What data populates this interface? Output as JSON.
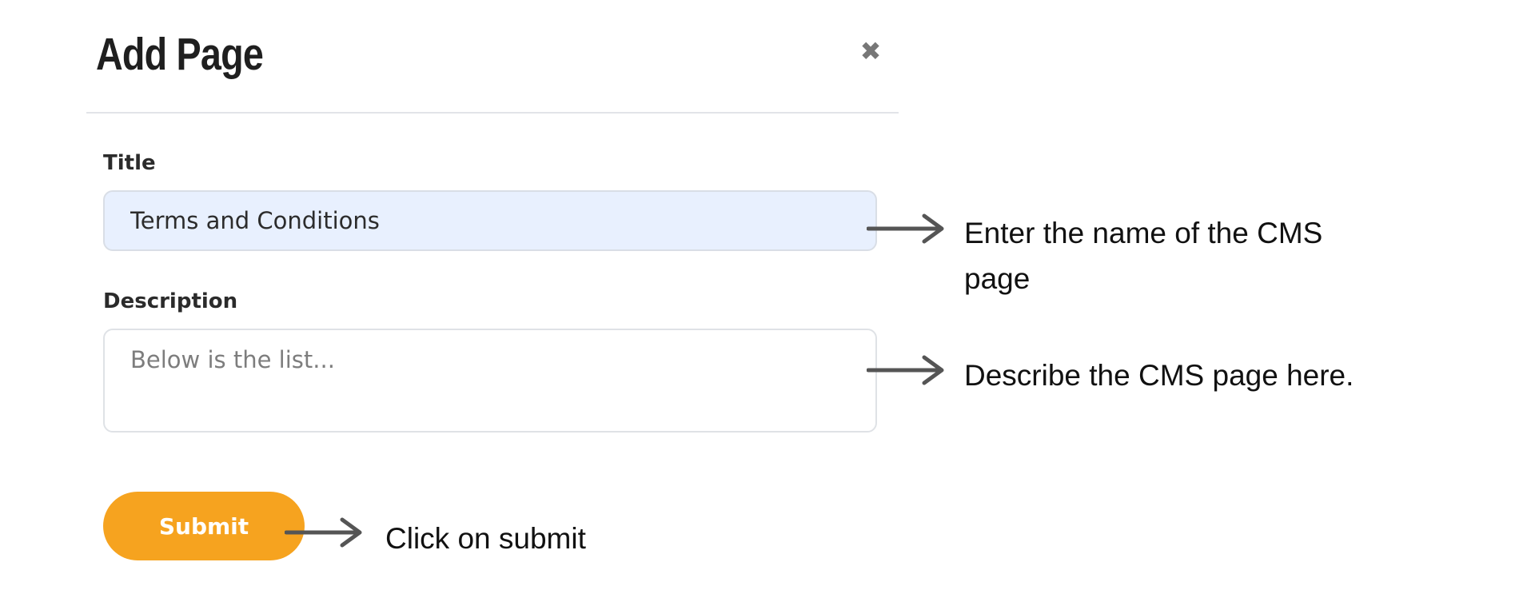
{
  "modal": {
    "title": "Add Page",
    "close_icon": "close-icon",
    "close_glyph": "✖"
  },
  "form": {
    "title_label": "Title",
    "title_value": "Terms and Conditions",
    "description_label": "Description",
    "description_placeholder": "Below is the list...",
    "submit_label": "Submit"
  },
  "annotations": {
    "title_note": "Enter the name of the CMS page",
    "description_note": "Describe the CMS page here.",
    "submit_note": "Click on submit",
    "arrow_icon": "arrow-right-icon"
  },
  "colors": {
    "accent": "#f6a31f",
    "input_autofill_bg": "#e8f0fe",
    "arrow": "#555555",
    "close_icon": "#777777"
  }
}
